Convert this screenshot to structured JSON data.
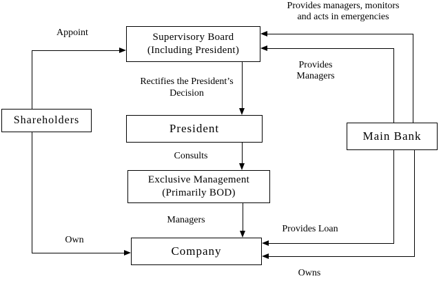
{
  "diagram": {
    "nodes": {
      "supervisory_board": {
        "line1": "Supervisory Board",
        "line2": "(Including President)"
      },
      "president": {
        "label": "President"
      },
      "exclusive_management": {
        "line1": "Exclusive Management",
        "line2": "(Primarily BOD)"
      },
      "company": {
        "label": "Company"
      },
      "shareholders": {
        "label": "Shareholders"
      },
      "main_bank": {
        "label": "Main Bank"
      }
    },
    "edge_labels": {
      "appoint": "Appoint",
      "rectifies_line1": "Rectifies the President’s",
      "rectifies_line2": "Decision",
      "consults": "Consults",
      "managers": "Managers",
      "own": "Own",
      "emergencies_line1": "Provides managers, monitors",
      "emergencies_line2": "and acts in emergencies",
      "provides_managers_line1": "Provides",
      "provides_managers_line2": "Managers",
      "provides_loan": "Provides Loan",
      "owns": "Owns"
    },
    "colors": {
      "line": "#000000",
      "background": "#ffffff",
      "text": "#000000"
    }
  }
}
